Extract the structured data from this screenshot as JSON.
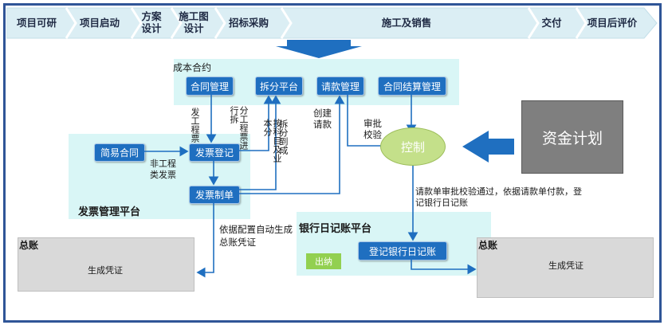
{
  "stages": [
    "项目可研",
    "项目启动",
    "方案\n设计",
    "施工图\n设计",
    "招标采购",
    "施工及销售",
    "交付",
    "项目后评价"
  ],
  "contract": {
    "title": "成本合约",
    "buttons": [
      "合同管理",
      "拆分平台",
      "请款管理",
      "合同结算管理"
    ]
  },
  "invoice": {
    "title": "发票管理平台",
    "simple_contract": "简易合同",
    "register": "发票登记",
    "create_doc": "发票制单"
  },
  "control": "控制",
  "fund_plan": "资金计划",
  "bank": {
    "title": "银行日记账平台",
    "outflow": "出纳",
    "register": "登记银行日记账"
  },
  "ledger_left": {
    "title": "总账",
    "body": "生成凭证"
  },
  "ledger_right": {
    "title": "总账",
    "body": "生成凭证"
  },
  "labels": {
    "engineering_invoice": "发工程票",
    "split_contract": "分工程票进行拆",
    "subject_split": "按科目及业本分",
    "to_split": "拆分到成",
    "create_request": "创建请款",
    "approval_check": "审批校验",
    "non_engineering_invoice": "非工程类发票",
    "request_flow": "请款单审批校验通过，依据请款单付款，登记银行日记账",
    "auto_voucher": "依据配置自动生成总账凭证"
  },
  "colors": {
    "stage_band": "#dbeef4",
    "zone": "#d9f6f6",
    "button": "#1f6fc0",
    "control": "#c4e08a",
    "grey": "#d9d9d9"
  }
}
